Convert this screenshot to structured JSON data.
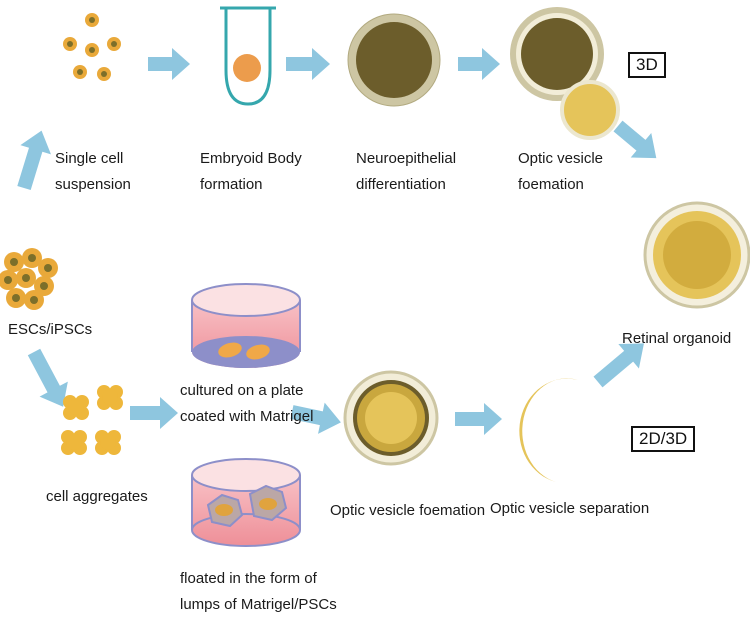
{
  "labels": {
    "single_cell_1": "Single cell",
    "single_cell_2": "suspension",
    "embryoid_1": "Embryoid Body",
    "embryoid_2": "formation",
    "neuro_1": "Neuroepithelial",
    "neuro_2": "differentiation",
    "optic_top_1": "Optic vesicle",
    "optic_top_2": "foemation",
    "escs": "ESCs/iPSCs",
    "retinal": "Retinal organoid",
    "aggregates": "cell aggregates",
    "cultured_1": "cultured on a plate",
    "cultured_2": "coated with Matrigel",
    "floated_1": "floated in the form of",
    "floated_2": "lumps of Matrigel/PSCs",
    "optic_bottom": "Optic vesicle foemation",
    "separation": "Optic vesicle separation"
  },
  "tags": {
    "top": "3D",
    "bottom": "2D/3D"
  },
  "colors": {
    "arrow": "#8ec6df",
    "cell_fill": "#e9a93a",
    "cell_nucleus": "#7c6f2a",
    "outer_ring": "#cdc6a3",
    "neuro_core": "#6c5d2b",
    "vesicle": "#e5c45a",
    "vesicle_inner": "#d2a93a",
    "dish_pink": "#f3a5ad",
    "dish_rim": "#8d8fc9",
    "tube_outline": "#35a7ad"
  }
}
